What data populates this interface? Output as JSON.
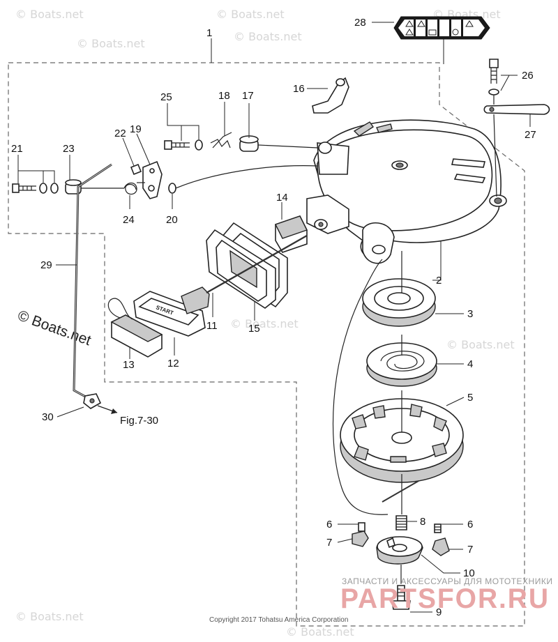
{
  "watermark": "© Boats.net",
  "watermark_large": "© Boats.net",
  "labels": {
    "p1": "1",
    "p2": "2",
    "p3": "3",
    "p4": "4",
    "p5": "5",
    "p6a": "6",
    "p6b": "6",
    "p7a": "7",
    "p7b": "7",
    "p8": "8",
    "p9": "9",
    "p10": "10",
    "p11": "11",
    "p12": "12",
    "p13": "13",
    "p14": "14",
    "p15": "15",
    "p16": "16",
    "p17": "17",
    "p18": "18",
    "p19": "19",
    "p20": "20",
    "p21": "21",
    "p22": "22",
    "p23": "23",
    "p24": "24",
    "p25": "25",
    "p26": "26",
    "p27": "27",
    "p28": "28",
    "p29": "29",
    "p30": "30"
  },
  "ref_text": "Fig.7-30",
  "handle_text": "START",
  "copyright": "Copyright 2017 Tohatsu America Corporation",
  "footer_ru": "ЗАПЧАСТИ И АКСЕССУАРЫ ДЛЯ МОТОТЕХНИКИ",
  "footer_brand": "PARTSFOR.RU"
}
